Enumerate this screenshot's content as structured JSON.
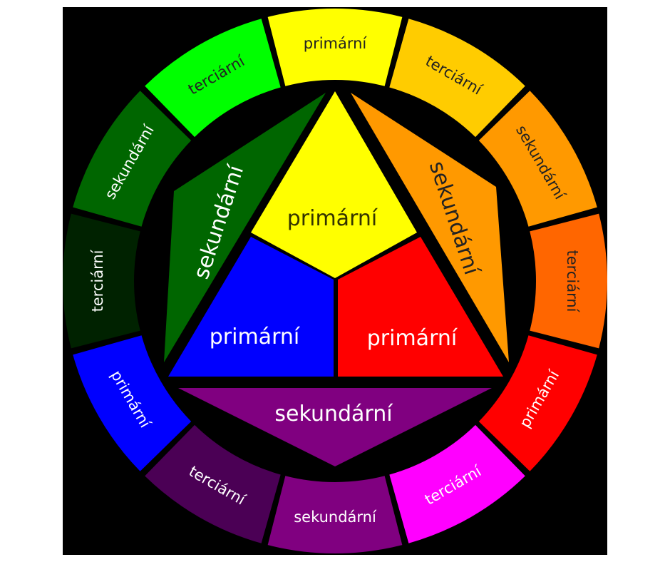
{
  "ring": [
    {
      "label": "primární",
      "color": "#ffff00",
      "text_color": "#222222"
    },
    {
      "label": "terciární",
      "color": "#ffcc00",
      "text_color": "#222222"
    },
    {
      "label": "sekundární",
      "color": "#ff9900",
      "text_color": "#222222"
    },
    {
      "label": "terciární",
      "color": "#ff6600",
      "text_color": "#222222"
    },
    {
      "label": "primární",
      "color": "#ff0000",
      "text_color": "#ffffff"
    },
    {
      "label": "terciární",
      "color": "#ff00ff",
      "text_color": "#ffffff"
    },
    {
      "label": "sekundární",
      "color": "#800080",
      "text_color": "#ffffff"
    },
    {
      "label": "terciární",
      "color": "#4b0055",
      "text_color": "#ffffff"
    },
    {
      "label": "primární",
      "color": "#0000ff",
      "text_color": "#ffffff"
    },
    {
      "label": "terciární",
      "color": "#002200",
      "text_color": "#ffffff"
    },
    {
      "label": "sekundární",
      "color": "#006600",
      "text_color": "#ffffff"
    },
    {
      "label": "terciární",
      "color": "#00ff00",
      "text_color": "#222222"
    }
  ],
  "inner": {
    "primary_yellow": {
      "label": "primární",
      "color": "#ffff00",
      "text_color": "#333300"
    },
    "primary_blue": {
      "label": "primární",
      "color": "#0000ff",
      "text_color": "#ffffff"
    },
    "primary_red": {
      "label": "primární",
      "color": "#ff0000",
      "text_color": "#ffffff"
    },
    "secondary_green": {
      "label": "sekundární",
      "color": "#006600",
      "text_color": "#ffffff"
    },
    "secondary_orange": {
      "label": "sekundární",
      "color": "#ff9900",
      "text_color": "#222222"
    },
    "secondary_purple": {
      "label": "sekundární",
      "color": "#800080",
      "text_color": "#ffffff"
    }
  }
}
